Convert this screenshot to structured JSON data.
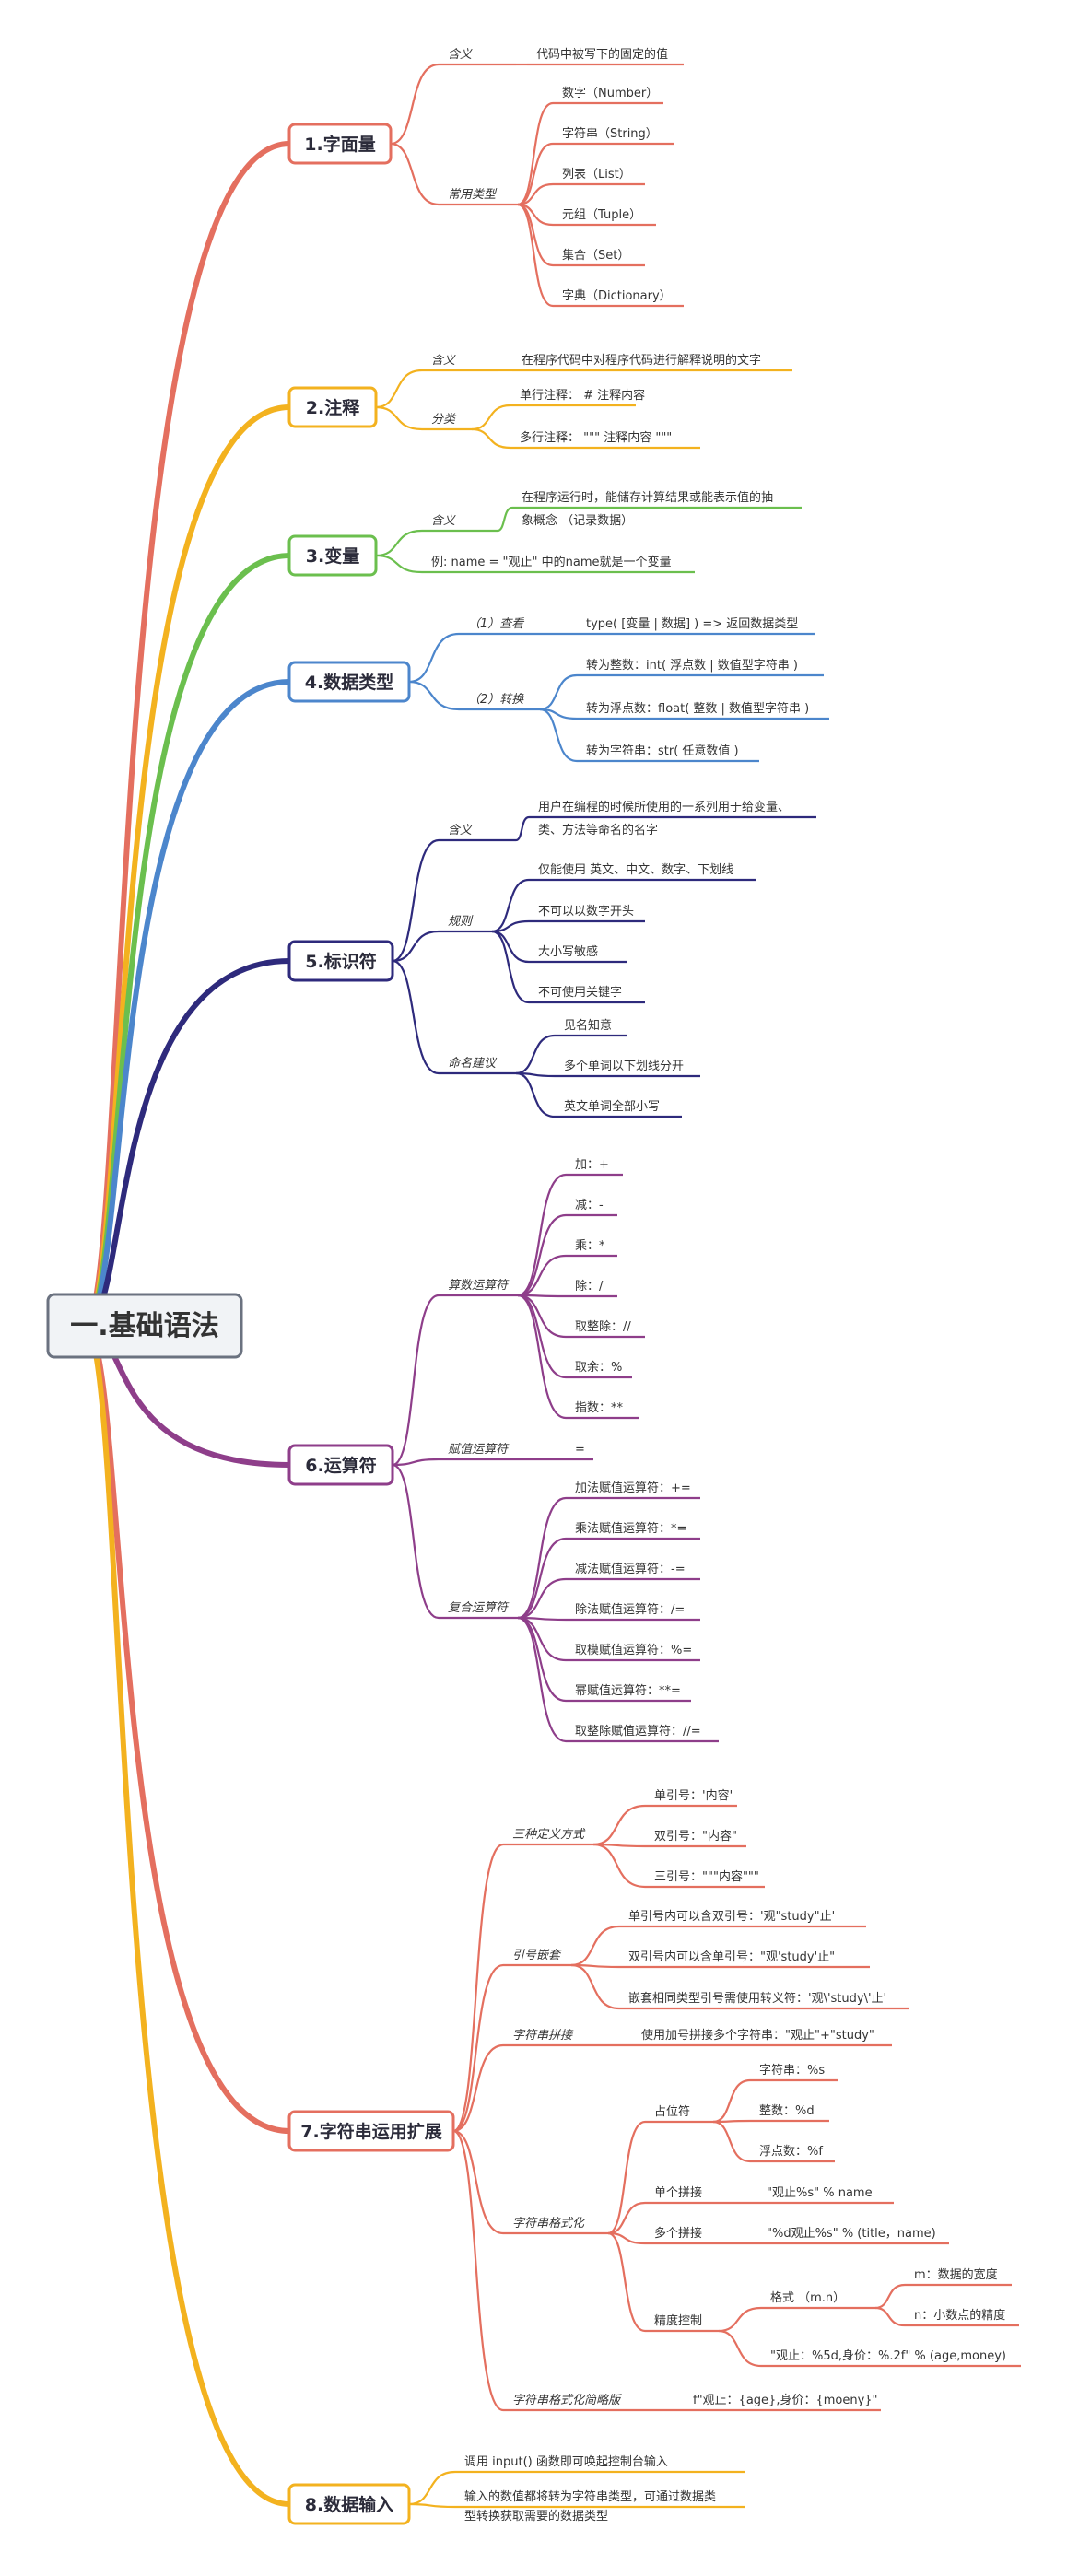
{
  "root": {
    "label": "一.基础语法"
  },
  "colors": {
    "c1": "#e46f5f",
    "c2": "#f3b21f",
    "c3": "#6bbf4e",
    "c4": "#4c86cc",
    "c5": "#2e2a7c",
    "c6": "#8e3e8a",
    "c7": "#e46f5f",
    "c8": "#f3b21f",
    "root_border": "#6b7280",
    "root_bg": "#f1f3f6"
  },
  "branches": [
    {
      "id": "b1",
      "label": "1.字面量",
      "color": "c1",
      "nodes": [
        {
          "id": "n1_1",
          "label": "含义",
          "italic": true
        },
        {
          "id": "n1_1a",
          "label": "代码中被写下的固定的值"
        },
        {
          "id": "n1_2",
          "label": "常用类型",
          "italic": true
        },
        {
          "id": "n1_2a",
          "label": "数字（Number）"
        },
        {
          "id": "n1_2b",
          "label": "字符串（String）"
        },
        {
          "id": "n1_2c",
          "label": "列表（List）"
        },
        {
          "id": "n1_2d",
          "label": "元组（Tuple）"
        },
        {
          "id": "n1_2e",
          "label": "集合（Set）"
        },
        {
          "id": "n1_2f",
          "label": "字典（Dictionary）"
        }
      ]
    },
    {
      "id": "b2",
      "label": "2.注释",
      "color": "c2",
      "nodes": [
        {
          "id": "n2_1",
          "label": "含义",
          "italic": true
        },
        {
          "id": "n2_1a",
          "label": "在程序代码中对程序代码进行解释说明的文字"
        },
        {
          "id": "n2_2",
          "label": "分类",
          "italic": true
        },
        {
          "id": "n2_2a",
          "label": "单行注释： # 注释内容"
        },
        {
          "id": "n2_2b",
          "label": "多行注释： \"\"\" 注释内容 \"\"\""
        }
      ]
    },
    {
      "id": "b3",
      "label": "3.变量",
      "color": "c3",
      "nodes": [
        {
          "id": "n3_1",
          "label": "含义",
          "italic": true
        },
        {
          "id": "n3_1a",
          "label": "在程序运行时，能储存计算结果或能表示值的抽"
        },
        {
          "id": "n3_1b",
          "label": "象概念 （记录数据）"
        },
        {
          "id": "n3_2",
          "label": "例: name = \"观止\" 中的name就是一个变量"
        }
      ]
    },
    {
      "id": "b4",
      "label": "4.数据类型",
      "color": "c4",
      "nodes": [
        {
          "id": "n4_1",
          "label": "（1）查看",
          "italic": true
        },
        {
          "id": "n4_1a",
          "label": "type( [变量 | 数据] ) => 返回数据类型"
        },
        {
          "id": "n4_2",
          "label": "（2）转换",
          "italic": true
        },
        {
          "id": "n4_2a",
          "label": "转为整数：int( 浮点数 | 数值型字符串 )"
        },
        {
          "id": "n4_2b",
          "label": "转为浮点数：float( 整数 | 数值型字符串 )"
        },
        {
          "id": "n4_2c",
          "label": "转为字符串：str( 任意数值 )"
        }
      ]
    },
    {
      "id": "b5",
      "label": "5.标识符",
      "color": "c5",
      "nodes": [
        {
          "id": "n5_1",
          "label": "含义",
          "italic": true
        },
        {
          "id": "n5_1a",
          "label": "用户在编程的时候所使用的一系列用于给变量、"
        },
        {
          "id": "n5_1b",
          "label": "类、方法等命名的名字"
        },
        {
          "id": "n5_2",
          "label": "规则",
          "italic": true
        },
        {
          "id": "n5_2a",
          "label": "仅能使用 英文、中文、数字、下划线"
        },
        {
          "id": "n5_2b",
          "label": "不可以以数字开头"
        },
        {
          "id": "n5_2c",
          "label": "大小写敏感"
        },
        {
          "id": "n5_2d",
          "label": "不可使用关键字"
        },
        {
          "id": "n5_3",
          "label": "命名建议",
          "italic": true
        },
        {
          "id": "n5_3a",
          "label": "见名知意"
        },
        {
          "id": "n5_3b",
          "label": "多个单词以下划线分开"
        },
        {
          "id": "n5_3c",
          "label": "英文单词全部小写"
        }
      ]
    },
    {
      "id": "b6",
      "label": "6.运算符",
      "color": "c6",
      "nodes": [
        {
          "id": "n6_1",
          "label": "算数运算符",
          "italic": true
        },
        {
          "id": "n6_1a",
          "label": "加：+"
        },
        {
          "id": "n6_1b",
          "label": "减：-"
        },
        {
          "id": "n6_1c",
          "label": "乘：*"
        },
        {
          "id": "n6_1d",
          "label": "除：/"
        },
        {
          "id": "n6_1e",
          "label": "取整除：//"
        },
        {
          "id": "n6_1f",
          "label": "取余：%"
        },
        {
          "id": "n6_1g",
          "label": "指数：**"
        },
        {
          "id": "n6_2",
          "label": "赋值运算符",
          "italic": true
        },
        {
          "id": "n6_2a",
          "label": "="
        },
        {
          "id": "n6_3",
          "label": "复合运算符",
          "italic": true
        },
        {
          "id": "n6_3a",
          "label": "加法赋值运算符：+="
        },
        {
          "id": "n6_3b",
          "label": "乘法赋值运算符：*="
        },
        {
          "id": "n6_3c",
          "label": "减法赋值运算符：-="
        },
        {
          "id": "n6_3d",
          "label": "除法赋值运算符：/="
        },
        {
          "id": "n6_3e",
          "label": "取模赋值运算符：%="
        },
        {
          "id": "n6_3f",
          "label": "幂赋值运算符：**="
        },
        {
          "id": "n6_3g",
          "label": "取整除赋值运算符：//="
        }
      ]
    },
    {
      "id": "b7",
      "label": "7.字符串运用扩展",
      "color": "c7",
      "nodes": [
        {
          "id": "n7_1",
          "label": "三种定义方式",
          "italic": true
        },
        {
          "id": "n7_1a",
          "label": "单引号：'内容'"
        },
        {
          "id": "n7_1b",
          "label": "双引号：\"内容\""
        },
        {
          "id": "n7_1c",
          "label": "三引号：\"\"\"内容\"\"\""
        },
        {
          "id": "n7_2",
          "label": "引号嵌套",
          "italic": true
        },
        {
          "id": "n7_2a",
          "label": "单引号内可以含双引号：'观\"study\"止'"
        },
        {
          "id": "n7_2b",
          "label": "双引号内可以含单引号：\"观'study'止\""
        },
        {
          "id": "n7_2c",
          "label": "嵌套相同类型引号需使用转义符：'观\\'study\\'止'"
        },
        {
          "id": "n7_3",
          "label": "字符串拼接",
          "italic": true
        },
        {
          "id": "n7_3a",
          "label": "使用加号拼接多个字符串：\"观止\"+\"study\""
        },
        {
          "id": "n7_4",
          "label": "字符串格式化",
          "italic": true
        },
        {
          "id": "n7_4a",
          "label": "占位符"
        },
        {
          "id": "n7_4a1",
          "label": "字符串：%s"
        },
        {
          "id": "n7_4a2",
          "label": "整数：%d"
        },
        {
          "id": "n7_4a3",
          "label": "浮点数：%f"
        },
        {
          "id": "n7_4b",
          "label": "单个拼接"
        },
        {
          "id": "n7_4b1",
          "label": "\"观止%s\" % name"
        },
        {
          "id": "n7_4c",
          "label": "多个拼接"
        },
        {
          "id": "n7_4c1",
          "label": "\"%d观止%s\" % (title，name)"
        },
        {
          "id": "n7_4d",
          "label": "精度控制"
        },
        {
          "id": "n7_4d1",
          "label": "格式 （m.n）"
        },
        {
          "id": "n7_4d1a",
          "label": "m：数据的宽度"
        },
        {
          "id": "n7_4d1b",
          "label": "n：小数点的精度"
        },
        {
          "id": "n7_4d2",
          "label": "\"观止：%5d,身价：%.2f\" % (age,money)"
        },
        {
          "id": "n7_5",
          "label": "字符串格式化简略版",
          "italic": true
        },
        {
          "id": "n7_5a",
          "label": "f\"观止：{age},身价：{moeny}\""
        }
      ]
    },
    {
      "id": "b8",
      "label": "8.数据输入",
      "color": "c8",
      "nodes": [
        {
          "id": "n8_1",
          "label": "调用 input() 函数即可唤起控制台输入"
        },
        {
          "id": "n8_2",
          "label": "输入的数值都将转为字符串类型，可通过数据类"
        },
        {
          "id": "n8_3",
          "label": "型转换获取需要的数据类型"
        }
      ]
    }
  ]
}
